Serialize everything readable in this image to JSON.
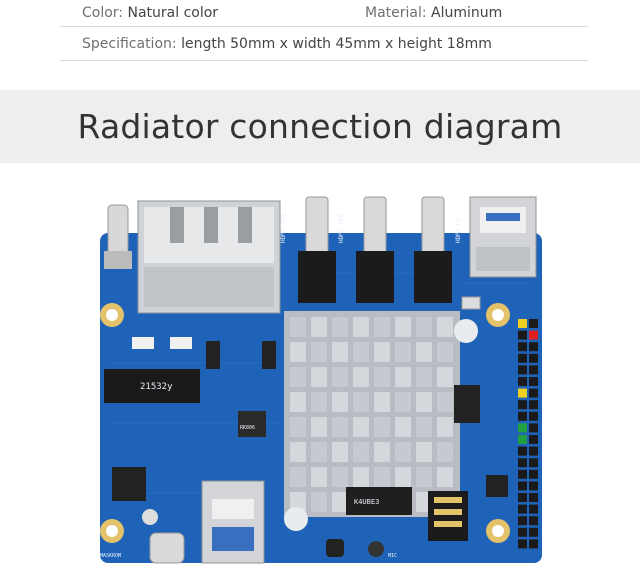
{
  "specs": {
    "row1": {
      "color_label": "Color:",
      "color_value": "Natural color",
      "material_label": "Material:",
      "material_value": "Aluminum"
    },
    "row2": {
      "spec_label": "Specification:",
      "spec_value": "length 50mm x width 45mm x height 18mm"
    }
  },
  "banner": {
    "title": "Radiator connection diagram"
  },
  "board": {
    "silkscreen": {
      "hdmi1": "HDMI_TX1",
      "hdmi0": "HDMI_TX0",
      "hdmi_rx": "HDMI_RX",
      "ssd_chip": "21532y",
      "mic": "MIC",
      "maskrom": "MASKROM",
      "ram_chip": "K4UBE3",
      "rk_chip": "RK806"
    },
    "colors": {
      "pcb": "#1e63b8",
      "heatsink": "#c9ccd2",
      "gold": "#e3c26a",
      "header_yellow": "#f0d020",
      "header_red": "#e02020",
      "header_green": "#20a040"
    }
  }
}
